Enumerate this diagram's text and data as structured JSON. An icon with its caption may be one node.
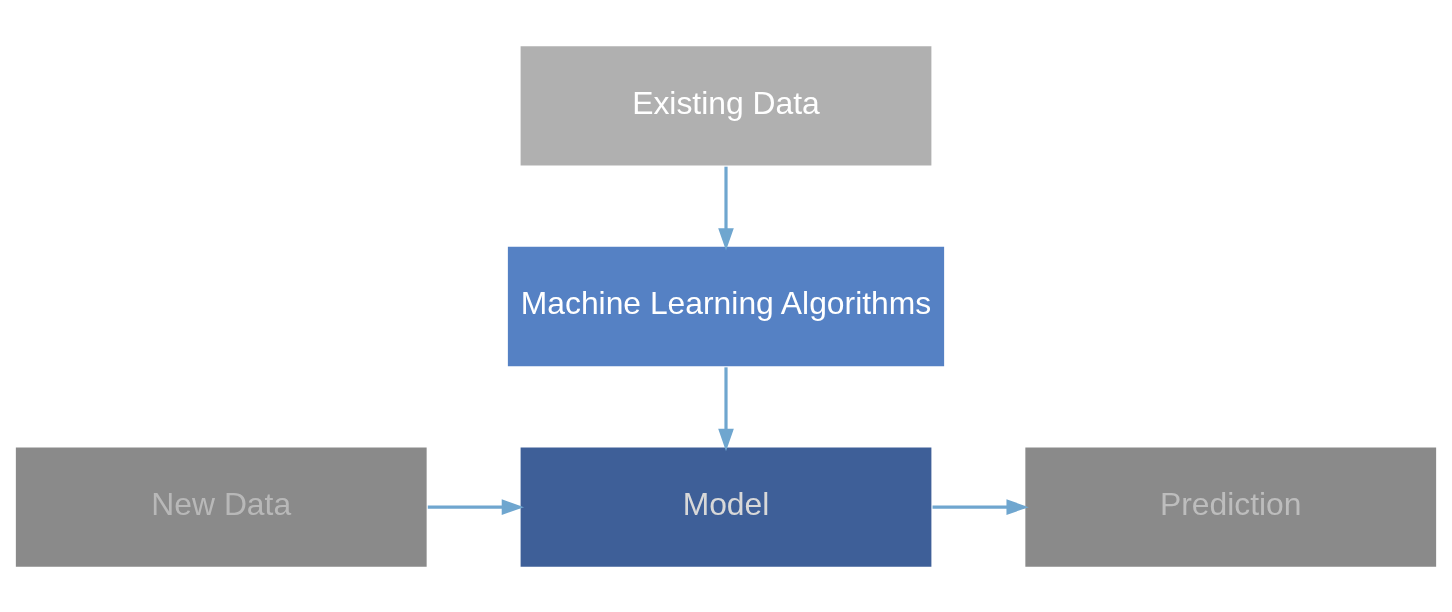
{
  "diagram": {
    "nodes": [
      {
        "text": [
          "Existing Data"
        ]
      },
      {
        "text": [
          "Machine Learning Algorithms"
        ]
      },
      {
        "text": [
          "New Data"
        ]
      },
      {
        "text": [
          "Model"
        ]
      },
      {
        "text": [
          "Prediction"
        ]
      }
    ],
    "edges": [
      {
        "from": 0,
        "to": 1,
        "arrow": "to"
      },
      {
        "from": 1,
        "to": 3,
        "arrow": "to"
      },
      {
        "from": 2,
        "to": 3,
        "arrow": "to"
      },
      {
        "from": 3,
        "to": 4,
        "arrow": "to"
      }
    ]
  }
}
